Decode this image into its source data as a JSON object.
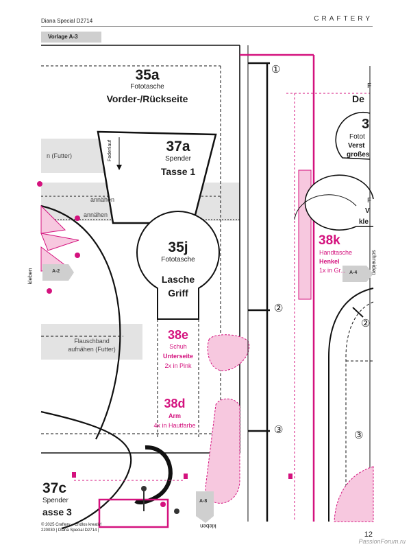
{
  "header": {
    "magazine": "Diana Special D2714",
    "brand": "CRAFTERY"
  },
  "template_tag": "Vorlage A-3",
  "pieces": {
    "p35a": {
      "num": "35a",
      "sub": "Fototasche",
      "name": "Vorder-/Rückseite"
    },
    "p37a": {
      "num": "37a",
      "sub": "Spender",
      "name": "Tasse 1",
      "grain": "Fadenlauf"
    },
    "p35j": {
      "num": "35j",
      "sub": "Fototasche",
      "name1": "Lasche",
      "name2": "Griff"
    },
    "p38e": {
      "num": "38e",
      "sub": "Schuh",
      "name": "Unterseite",
      "qty": "2x in Pink"
    },
    "p38d": {
      "num": "38d",
      "name": "Arm",
      "qty": "4x in Hautfarbe"
    },
    "p38k": {
      "num": "38k",
      "sub": "Handtasche",
      "name": "Henkel",
      "qty": "1x in Gr..."
    },
    "p37c": {
      "num": "37c",
      "sub": "Spender",
      "name": "asse 3"
    },
    "right_partial": {
      "l1": "F",
      "l2": "De",
      "l3": "3",
      "l4": "Fotot",
      "l5": "Verst",
      "l6": "großes",
      "l7": "F",
      "l8": "V",
      "l9": "kle"
    }
  },
  "labels": {
    "futter": "n (Futter)",
    "annaehen": "annähen",
    "flausch1": "Flauschband",
    "flausch2": "aufnähen (Futter)",
    "kleben": "kleben",
    "schneiden": "schneiden",
    "a2": "A-2",
    "a4": "A-4",
    "a8": "A-8"
  },
  "markers": {
    "m1": "①",
    "m2": "②",
    "m3": "③"
  },
  "footer": {
    "line1": "© 2025 Craftery – Endlos kreativ!",
    "line2": "220030 | Diana Special D2714 |",
    "page": "12"
  },
  "watermark": "PassionForum.ru"
}
